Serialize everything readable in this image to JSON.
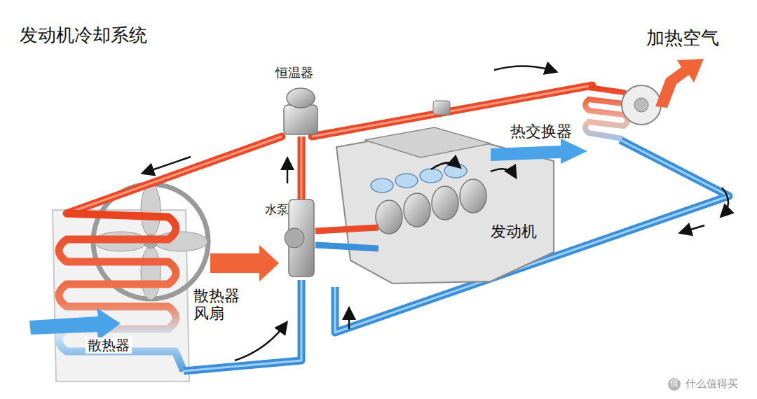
{
  "diagram": {
    "title": "发动机冷却系统",
    "labels": [
      "恒温器",
      "加热空气",
      "热交换器",
      "水泵",
      "发动机",
      "散热器 风扇",
      "散热器",
      "值",
      "什么值得买"
    ]
  }
}
